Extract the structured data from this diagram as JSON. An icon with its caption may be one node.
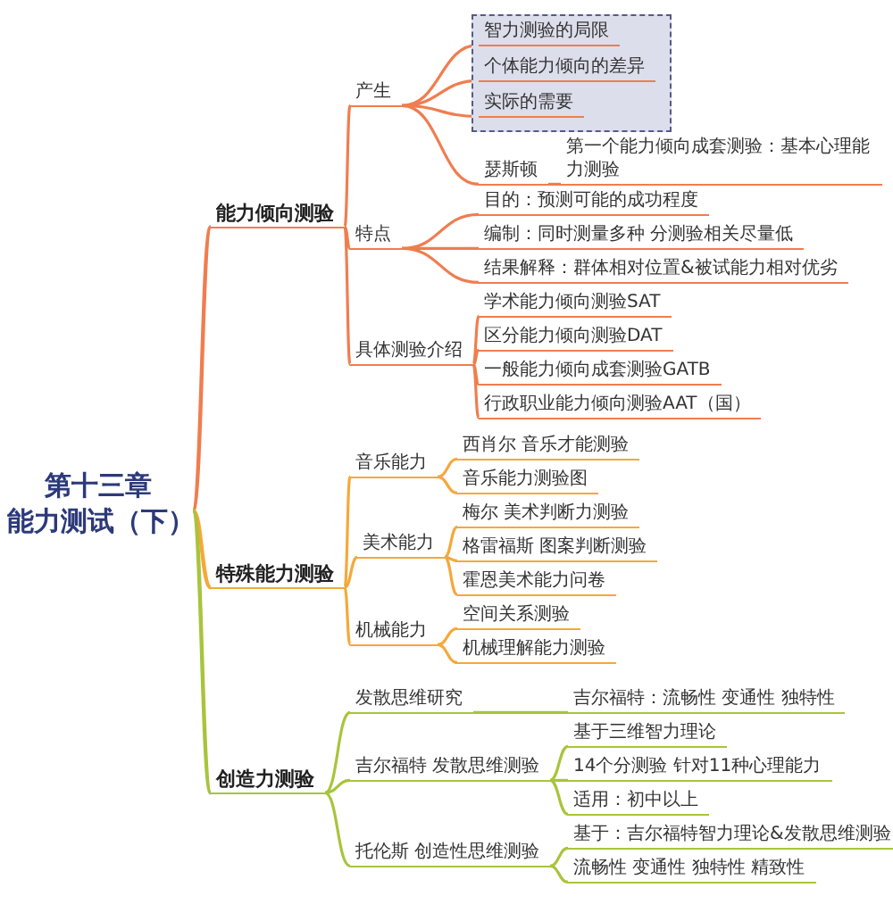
{
  "diagram": {
    "nodes": [
      {
        "text": [
          "第十三章",
          "能力测试（下）"
        ]
      },
      {
        "text": [
          "能力倾向测验"
        ]
      },
      {
        "text": [
          "产生"
        ]
      },
      {
        "text": [],
        "shape": "box"
      },
      {
        "text": [
          "智力测验的局限"
        ],
        "in": 3
      },
      {
        "text": [
          "个体能力倾向的差异"
        ],
        "in": 3
      },
      {
        "text": [
          "实际的需要"
        ],
        "in": 3
      },
      {
        "text": [
          "瑟斯顿"
        ]
      },
      {
        "text": [
          "第一个能力倾向成套测验：基本心理能力测验"
        ]
      },
      {
        "text": [
          "特点"
        ]
      },
      {
        "text": [
          "目的：预测可能的成功程度"
        ]
      },
      {
        "text": [
          "编制：同时测量多种 分测验相关尽量低"
        ]
      },
      {
        "text": [
          "结果解释：群体相对位置&被试能力相对优劣"
        ]
      },
      {
        "text": [
          "具体测验介绍"
        ]
      },
      {
        "text": [
          "学术能力倾向测验SAT"
        ]
      },
      {
        "text": [
          "区分能力倾向测验DAT"
        ]
      },
      {
        "text": [
          "一般能力倾向成套测验GATB"
        ]
      },
      {
        "text": [
          "行政职业能力倾向测验AAT（国）"
        ]
      },
      {
        "text": [
          "特殊能力测验"
        ]
      },
      {
        "text": [
          "音乐能力"
        ]
      },
      {
        "text": [
          "西肖尔 音乐才能测验"
        ]
      },
      {
        "text": [
          "音乐能力测验图"
        ]
      },
      {
        "text": [
          "美术能力"
        ]
      },
      {
        "text": [
          "梅尔 美术判断力测验"
        ]
      },
      {
        "text": [
          "格雷福斯 图案判断测验"
        ]
      },
      {
        "text": [
          "霍恩美术能力问卷"
        ]
      },
      {
        "text": [
          "机械能力"
        ]
      },
      {
        "text": [
          "空间关系测验"
        ]
      },
      {
        "text": [
          "机械理解能力测验"
        ]
      },
      {
        "text": [
          "创造力测验"
        ]
      },
      {
        "text": [
          "发散思维研究"
        ]
      },
      {
        "text": [
          "吉尔福特：流畅性 变通性 独特性"
        ]
      },
      {
        "text": [
          "吉尔福特 发散思维测验"
        ]
      },
      {
        "text": [
          "基于三维智力理论"
        ]
      },
      {
        "text": [
          "14个分测验 针对11种心理能力"
        ]
      },
      {
        "text": [
          "适用：初中以上"
        ]
      },
      {
        "text": [
          "托伦斯 创造性思维测验"
        ]
      },
      {
        "text": [
          "基于：吉尔福特智力理论&发散思维测验"
        ]
      },
      {
        "text": [
          "流畅性 变通性 独特性 精致性"
        ]
      }
    ],
    "edges": [
      {
        "from": 0,
        "to": 1,
        "arrow": "none",
        "color": "#f07d4f"
      },
      {
        "from": 1,
        "to": 2,
        "arrow": "none",
        "color": "#f07d4f"
      },
      {
        "from": 2,
        "to": 4,
        "arrow": "none",
        "color": "#f07d4f"
      },
      {
        "from": 2,
        "to": 5,
        "arrow": "none",
        "color": "#f07d4f"
      },
      {
        "from": 2,
        "to": 6,
        "arrow": "none",
        "color": "#f07d4f"
      },
      {
        "from": 2,
        "to": 7,
        "arrow": "none",
        "color": "#f07d4f"
      },
      {
        "from": 7,
        "to": 8,
        "arrow": "none",
        "color": "#f07d4f"
      },
      {
        "from": 1,
        "to": 9,
        "arrow": "none",
        "color": "#f07d4f"
      },
      {
        "from": 9,
        "to": 10,
        "arrow": "none",
        "color": "#f07d4f"
      },
      {
        "from": 9,
        "to": 11,
        "arrow": "none",
        "color": "#f07d4f"
      },
      {
        "from": 9,
        "to": 12,
        "arrow": "none",
        "color": "#f07d4f"
      },
      {
        "from": 1,
        "to": 13,
        "arrow": "none",
        "color": "#f07d4f"
      },
      {
        "from": 13,
        "to": 14,
        "arrow": "none",
        "color": "#f07d4f"
      },
      {
        "from": 13,
        "to": 15,
        "arrow": "none",
        "color": "#f07d4f"
      },
      {
        "from": 13,
        "to": 16,
        "arrow": "none",
        "color": "#f07d4f"
      },
      {
        "from": 13,
        "to": 17,
        "arrow": "none",
        "color": "#f07d4f"
      },
      {
        "from": 0,
        "to": 18,
        "arrow": "none"
      },
      {
        "from": 18,
        "to": 19,
        "arrow": "none"
      },
      {
        "from": 19,
        "to": 20,
        "arrow": "none"
      },
      {
        "from": 19,
        "to": 21,
        "arrow": "none"
      },
      {
        "from": 18,
        "to": 22,
        "arrow": "none"
      },
      {
        "from": 22,
        "to": 23,
        "arrow": "none"
      },
      {
        "from": 22,
        "to": 24,
        "arrow": "none"
      },
      {
        "from": 22,
        "to": 25,
        "arrow": "none"
      },
      {
        "from": 18,
        "to": 26,
        "arrow": "none"
      },
      {
        "from": 26,
        "to": 27,
        "arrow": "none"
      },
      {
        "from": 26,
        "to": 28,
        "arrow": "none"
      },
      {
        "from": 0,
        "to": 29,
        "arrow": "none",
        "color": "#a8c43c"
      },
      {
        "from": 29,
        "to": 30,
        "arrow": "none",
        "color": "#a8c43c"
      },
      {
        "from": 30,
        "to": 31,
        "arrow": "none",
        "color": "#a8c43c"
      },
      {
        "from": 29,
        "to": 32,
        "arrow": "none",
        "color": "#a8c43c"
      },
      {
        "from": 32,
        "to": 33,
        "arrow": "none",
        "color": "#a8c43c"
      },
      {
        "from": 32,
        "to": 34,
        "arrow": "none",
        "color": "#a8c43c"
      },
      {
        "from": 32,
        "to": 35,
        "arrow": "none",
        "color": "#a8c43c"
      },
      {
        "from": 29,
        "to": 36,
        "arrow": "none",
        "color": "#a8c43c"
      },
      {
        "from": 36,
        "to": 37,
        "arrow": "none",
        "color": "#a8c43c"
      },
      {
        "from": 36,
        "to": 38,
        "arrow": "none",
        "color": "#a8c43c"
      }
    ]
  }
}
